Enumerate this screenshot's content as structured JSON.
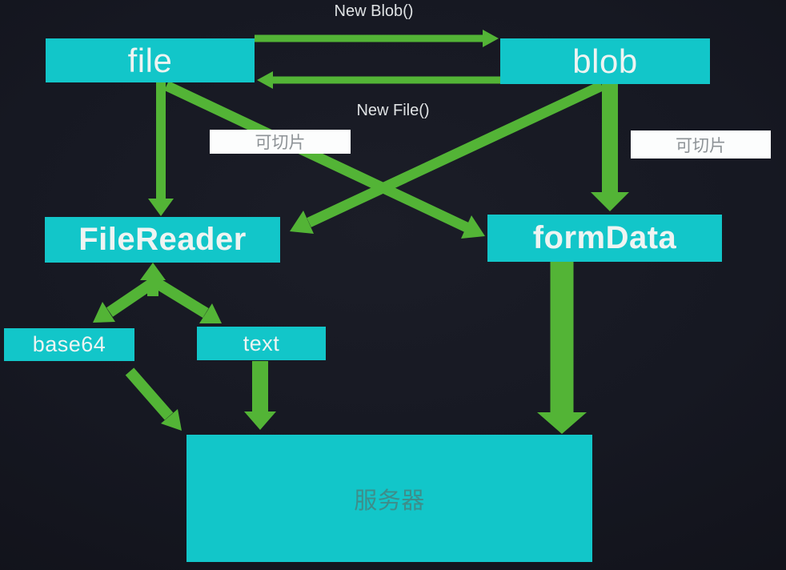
{
  "colors": {
    "background": "#14161e",
    "node_fill": "#12c6c9",
    "arrow_green": "#53b436",
    "node_text": "#eef4f2",
    "server_text": "#3e8d8a",
    "annotation_text": "#dfe2e4",
    "slice_label_bg": "#fcfdfd",
    "slice_label_text": "#8d9296"
  },
  "nodes": {
    "file": {
      "label": "file"
    },
    "blob": {
      "label": "blob"
    },
    "filereader": {
      "label": "FileReader"
    },
    "formdata": {
      "label": "formData"
    },
    "base64": {
      "label": "base64"
    },
    "text": {
      "label": "text"
    },
    "server": {
      "label": "服务器"
    }
  },
  "annotations": {
    "new_blob": "New Blob()",
    "new_file": "New File()",
    "slice_left": "可切片",
    "slice_right": "可切片"
  },
  "edges": [
    {
      "from": "file",
      "to": "blob",
      "label": "New Blob()"
    },
    {
      "from": "blob",
      "to": "file",
      "label": "New File()"
    },
    {
      "from": "file",
      "to": "FileReader"
    },
    {
      "from": "file",
      "to": "formData"
    },
    {
      "from": "blob",
      "to": "FileReader"
    },
    {
      "from": "blob",
      "to": "formData"
    },
    {
      "from": "FileReader",
      "to": "base64",
      "note": "double-headed"
    },
    {
      "from": "FileReader",
      "to": "text"
    },
    {
      "from": "base64",
      "to": "服务器"
    },
    {
      "from": "text",
      "to": "服务器"
    },
    {
      "from": "formData",
      "to": "服务器"
    }
  ]
}
